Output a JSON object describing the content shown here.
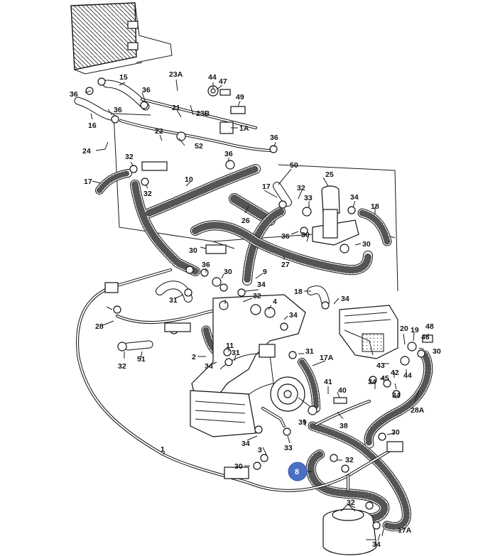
{
  "callouts": [
    {
      "id": "c-36a",
      "text": "36"
    },
    {
      "id": "c-15",
      "text": "15"
    },
    {
      "id": "c-36b",
      "text": "36"
    },
    {
      "id": "c-23a",
      "text": "23A"
    },
    {
      "id": "c-44a",
      "text": "44"
    },
    {
      "id": "c-47",
      "text": "47"
    },
    {
      "id": "c-49",
      "text": "49"
    },
    {
      "id": "c-21",
      "text": "21"
    },
    {
      "id": "c-23b",
      "text": "23B"
    },
    {
      "id": "c-36c",
      "text": "36"
    },
    {
      "id": "c-16",
      "text": "16"
    },
    {
      "id": "c-1a",
      "text": "1A"
    },
    {
      "id": "c-22",
      "text": "22"
    },
    {
      "id": "c-52",
      "text": "52"
    },
    {
      "id": "c-36d",
      "text": "36"
    },
    {
      "id": "c-24",
      "text": "24"
    },
    {
      "id": "c-32a",
      "text": "32"
    },
    {
      "id": "c-36e",
      "text": "36"
    },
    {
      "id": "c-50",
      "text": "50"
    },
    {
      "id": "c-17a",
      "text": "17"
    },
    {
      "id": "c-32b",
      "text": "32"
    },
    {
      "id": "c-10",
      "text": "10"
    },
    {
      "id": "c-25",
      "text": "25"
    },
    {
      "id": "c-17b",
      "text": "17"
    },
    {
      "id": "c-32c",
      "text": "32"
    },
    {
      "id": "c-33a",
      "text": "33"
    },
    {
      "id": "c-34a",
      "text": "34"
    },
    {
      "id": "c-18a",
      "text": "18"
    },
    {
      "id": "c-26",
      "text": "26"
    },
    {
      "id": "c-36f",
      "text": "36"
    },
    {
      "id": "c-30a",
      "text": "30"
    },
    {
      "id": "c-30b",
      "text": "30"
    },
    {
      "id": "c-27",
      "text": "27"
    },
    {
      "id": "c-36g",
      "text": "36"
    },
    {
      "id": "c-30c",
      "text": "30"
    },
    {
      "id": "c-9",
      "text": "9"
    },
    {
      "id": "c-34b",
      "text": "34"
    },
    {
      "id": "c-18b",
      "text": "18"
    },
    {
      "id": "c-34c",
      "text": "34"
    },
    {
      "id": "c-31a",
      "text": "31"
    },
    {
      "id": "c-32d",
      "text": "32"
    },
    {
      "id": "c-30d",
      "text": "30"
    },
    {
      "id": "c-4",
      "text": "4"
    },
    {
      "id": "c-34d",
      "text": "34"
    },
    {
      "id": "c-28",
      "text": "28"
    },
    {
      "id": "c-20",
      "text": "20"
    },
    {
      "id": "c-19",
      "text": "19"
    },
    {
      "id": "c-48",
      "text": "48"
    },
    {
      "id": "c-46",
      "text": "46"
    },
    {
      "id": "c-30e",
      "text": "30"
    },
    {
      "id": "c-11",
      "text": "11"
    },
    {
      "id": "c-31b",
      "text": "31"
    },
    {
      "id": "c-2",
      "text": "2"
    },
    {
      "id": "c-34e",
      "text": "34"
    },
    {
      "id": "c-31c",
      "text": "31"
    },
    {
      "id": "c-17a2",
      "text": "17A"
    },
    {
      "id": "c-43",
      "text": "43"
    },
    {
      "id": "c-42",
      "text": "42"
    },
    {
      "id": "c-44b",
      "text": "44"
    },
    {
      "id": "c-32e",
      "text": "32"
    },
    {
      "id": "c-51",
      "text": "51"
    },
    {
      "id": "c-41",
      "text": "41"
    },
    {
      "id": "c-40",
      "text": "40"
    },
    {
      "id": "c-45",
      "text": "45"
    },
    {
      "id": "c-34f",
      "text": "34"
    },
    {
      "id": "c-34g",
      "text": "34"
    },
    {
      "id": "c-28a",
      "text": "28A"
    },
    {
      "id": "c-39",
      "text": "39"
    },
    {
      "id": "c-38",
      "text": "38"
    },
    {
      "id": "c-30f",
      "text": "30"
    },
    {
      "id": "c-34h",
      "text": "34"
    },
    {
      "id": "c-33b",
      "text": "33"
    },
    {
      "id": "c-3",
      "text": "3"
    },
    {
      "id": "c-1",
      "text": "1"
    },
    {
      "id": "c-32f",
      "text": "32"
    },
    {
      "id": "c-30g",
      "text": "30"
    },
    {
      "id": "c-32g",
      "text": "32"
    },
    {
      "id": "c-17a3",
      "text": "17A"
    },
    {
      "id": "c-34i",
      "text": "34"
    }
  ],
  "highlight": {
    "text": "8",
    "color": "#4a6fc4"
  }
}
